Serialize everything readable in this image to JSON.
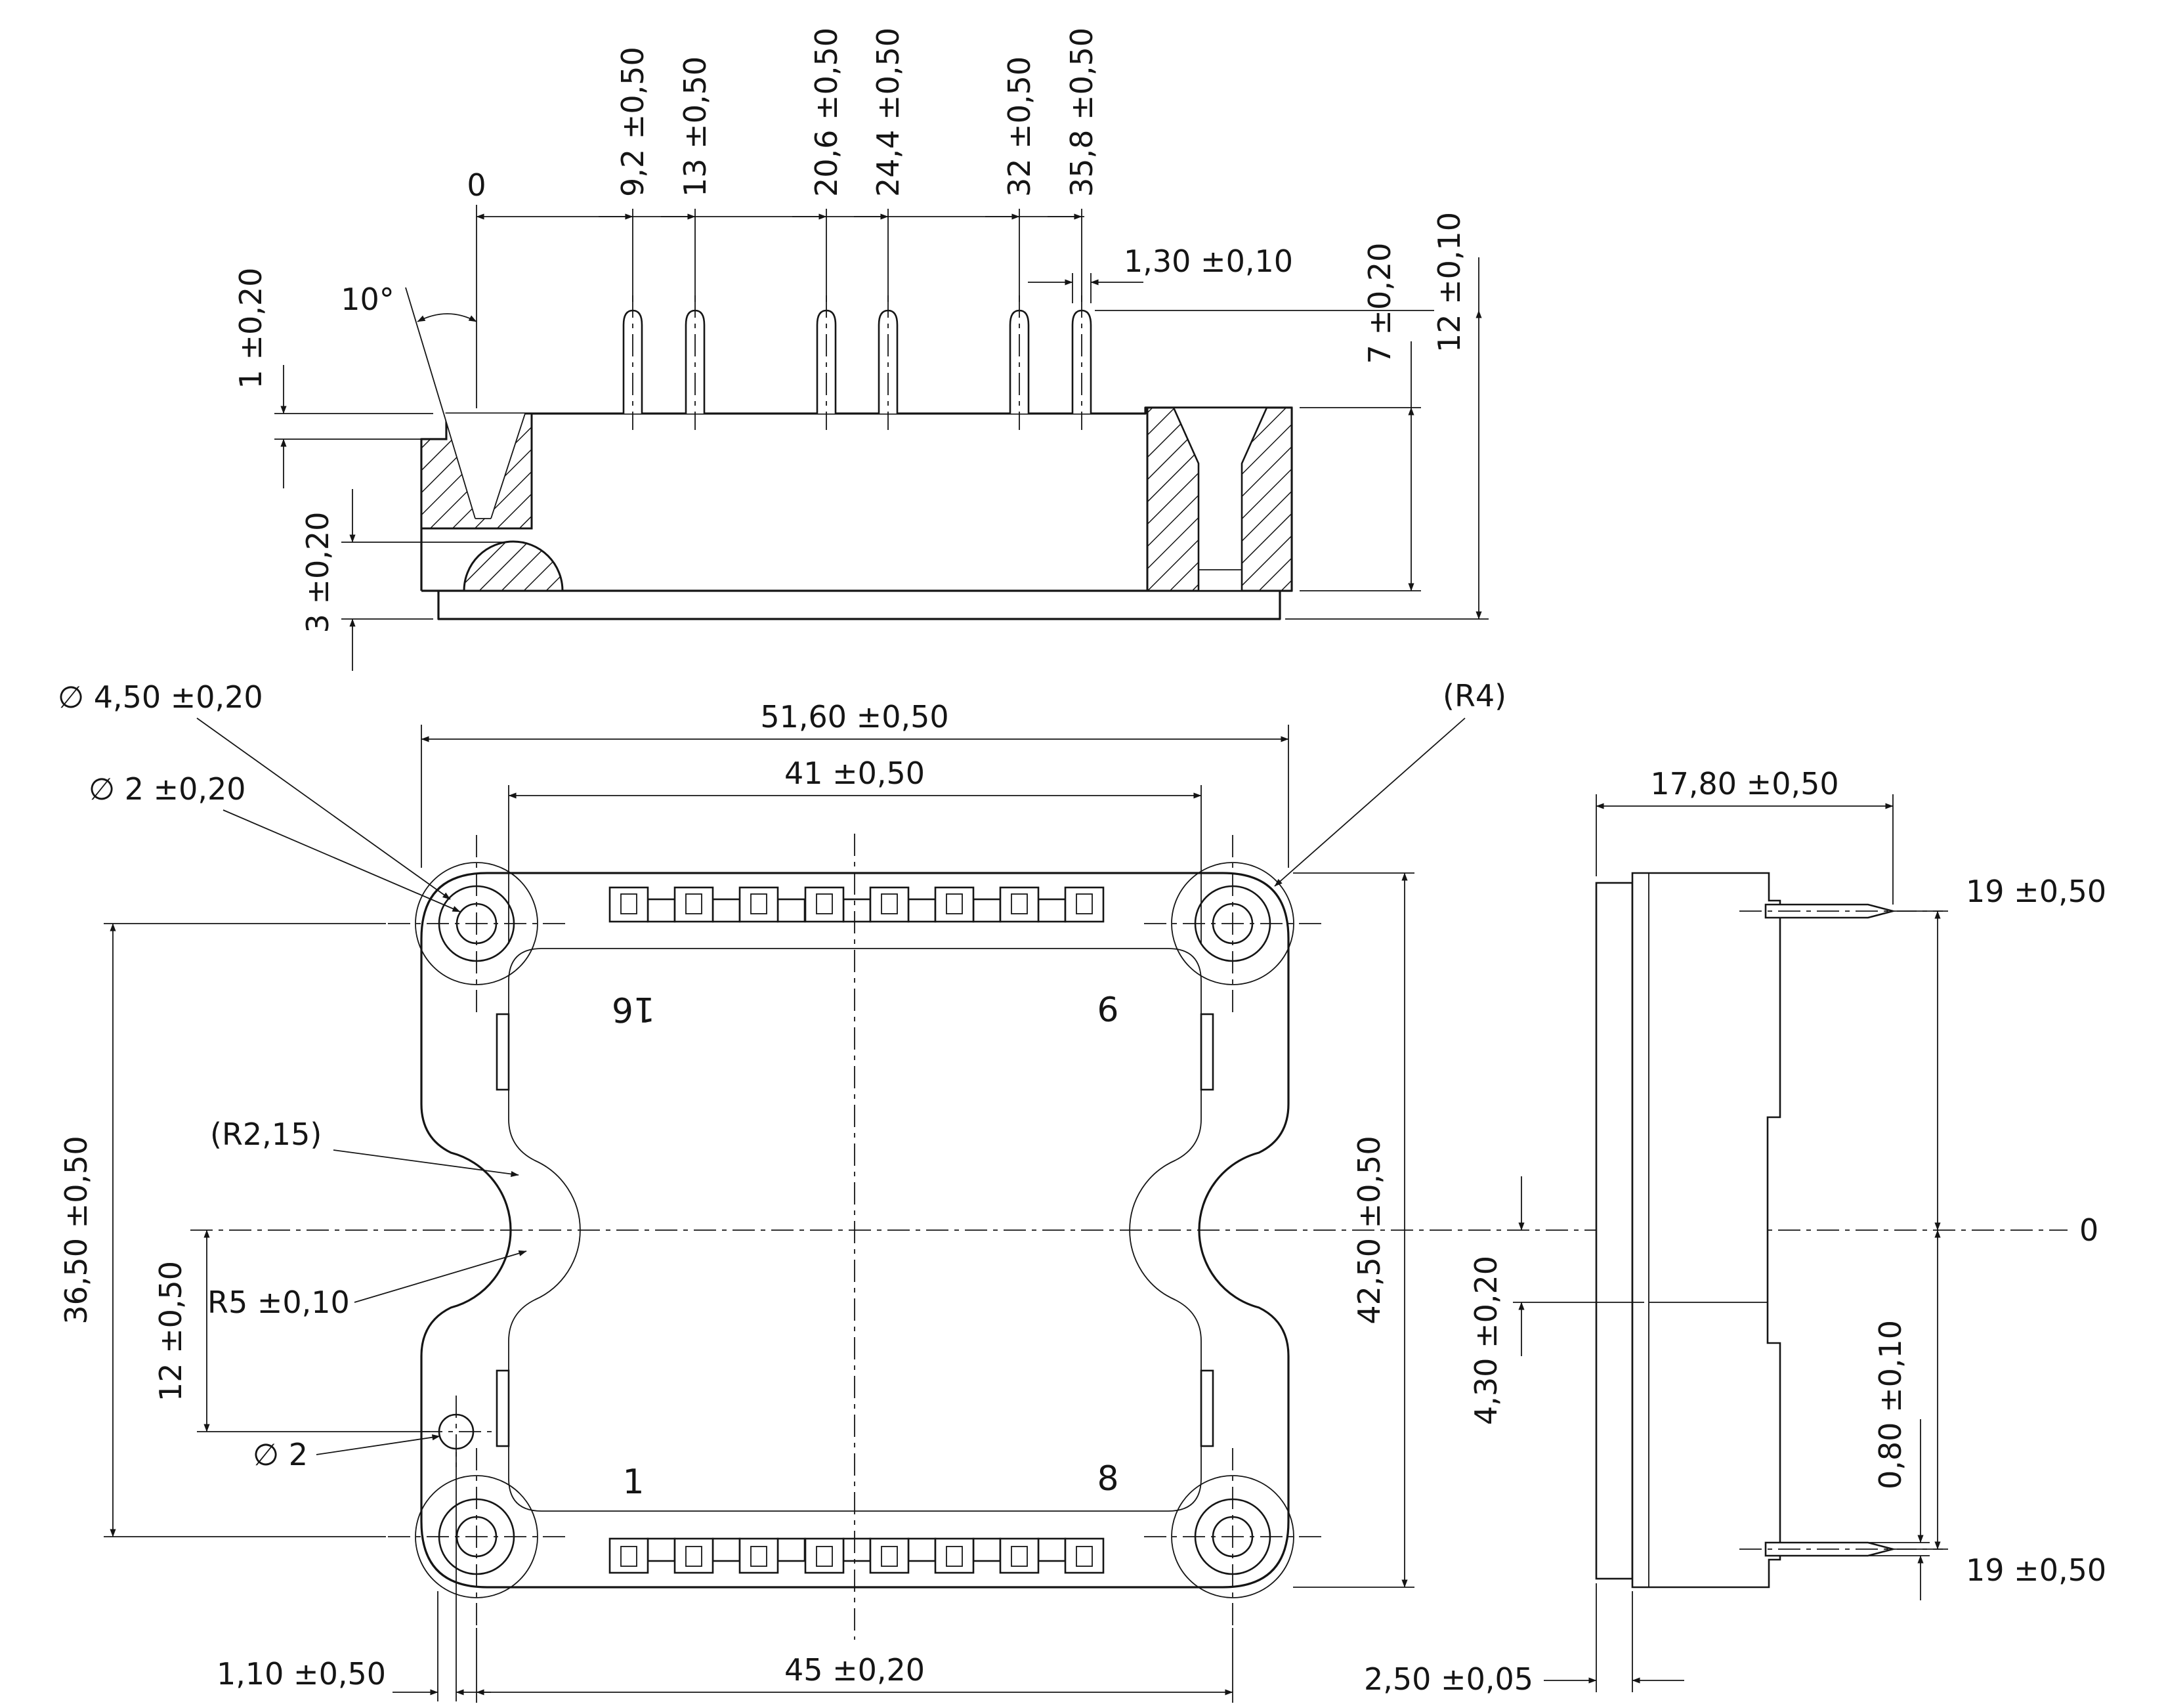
{
  "colors": {
    "line": "#151515",
    "background": "#ffffff"
  },
  "front_view": {
    "datum": "0",
    "draft_angle": "10°",
    "pin_positions": [
      "9,2 ±0,50",
      "13 ±0,50",
      "20,6 ±0,50",
      "24,4 ±0,50",
      "32 ±0,50",
      "35,8 ±0,50"
    ],
    "pin_width": "1,30 ±0,10",
    "lid_step": "1 ±0,20",
    "pedestal_height": "3 ±0,20",
    "body_height": "7 ±0,20",
    "overall_height": "12 ±0,10"
  },
  "plan_view": {
    "overall_width": "51,60 ±0,50",
    "lid_width": "41 ±0,50",
    "corner_radius_ref": "(R4)",
    "mount_hole_outer": "∅ 4,50 ±0,20",
    "mount_hole_inner": "∅ 2 ±0,20",
    "hole_pitch_vertical": "36,50 ±0,50",
    "notch_radius_ref": "(R2,15)",
    "recess_radius": "R5 ±0,10",
    "aux_hole_offset_vertical": "12 ±0,50",
    "aux_hole_dia": "∅ 2",
    "aux_hole_offset_horizontal": "1,10 ±0,50",
    "hole_pitch_horizontal": "45 ±0,20",
    "overall_depth": "42,50 ±0,50",
    "pin_numbers": {
      "top_left": "16",
      "top_right": "9",
      "bottom_left": "1",
      "bottom_right": "8"
    }
  },
  "side_view": {
    "overall_width": "17,80 ±0,50",
    "pin_height_top": "19 ±0,50",
    "datum": "0",
    "step_height": "4,30 ±0,20",
    "pin_thickness": "0,80 ±0,10",
    "pin_height_bottom": "19 ±0,50",
    "baseplate_thickness": "2,50 ±0,05"
  }
}
